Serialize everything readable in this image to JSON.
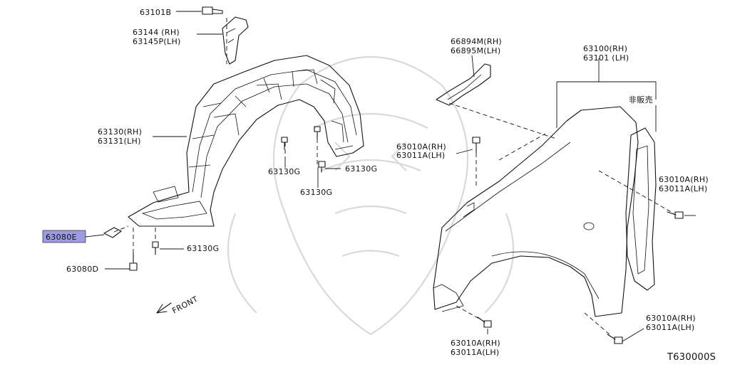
{
  "diagram_id": "T630000S",
  "direction_label": "FRONT",
  "highlight_color": "#9d9ce0",
  "callouts": {
    "c63101B": "63101B",
    "c63144": "63144 (RH)",
    "c63145P": "63145P(LH)",
    "c63130": "63130(RH)",
    "c63131": "63131(LH)",
    "c63130G_a": "63130G",
    "c63130G_b": "63130G",
    "c63130G_c": "63130G",
    "c63130G_d": "63130G",
    "c63080E": "63080E",
    "c63080D": "63080D",
    "c66894M": "66894M(RH)",
    "c66895M": "66895M(LH)",
    "c63100": "63100(RH)",
    "c63101": "63101 (LH)",
    "not_for_sale": "非販売",
    "c63010A_top": "63010A(RH)",
    "c63011A_top": "63011A(LH)",
    "c63010A_right": "63010A(RH)",
    "c63011A_right": "63011A(LH)",
    "c63010A_bottom": "63010A(RH)",
    "c63011A_bottom": "63011A(LH)",
    "c63010A_br": "63010A(RH)",
    "c63011A_br": "63011A(LH)"
  }
}
